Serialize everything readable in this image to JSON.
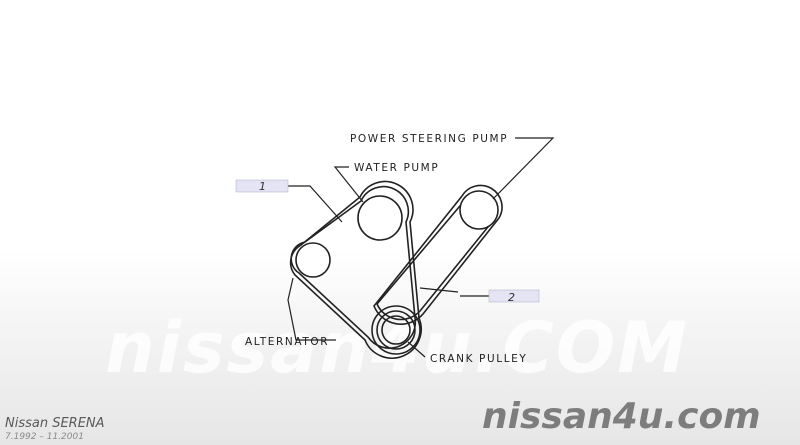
{
  "labels": {
    "power_steering_pump": "POWER STEERING PUMP",
    "water_pump": "WATER PUMP",
    "alternator": "ALTERNATOR",
    "crank_pulley": "CRANK PULLEY"
  },
  "callouts": {
    "belt_1": "1",
    "belt_2": "2"
  },
  "watermark": {
    "center": "nissan4u.COM",
    "corner": "nissan4u.com"
  },
  "vehicle": {
    "model": "Nissan SERENA",
    "years": "7.1992 – 11.2001"
  },
  "colors": {
    "callout_fill": "#e4e4f4",
    "line": "#222222"
  }
}
